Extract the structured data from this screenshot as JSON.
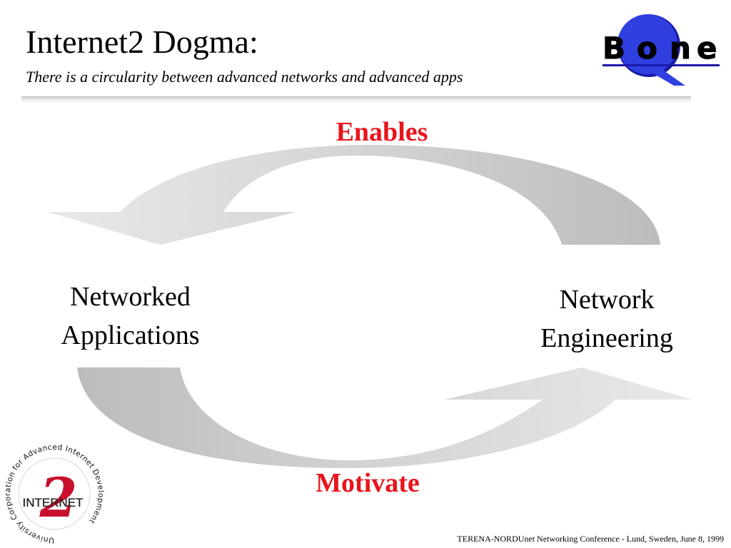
{
  "slide": {
    "title": "Internet2 Dogma:",
    "subtitle": "There is a circularity between advanced networks and advanced apps"
  },
  "logo_bone": {
    "letters": [
      "B",
      "o",
      "n",
      "e"
    ],
    "circle_letter": "Q",
    "colors": {
      "circle": "#2f3fe0",
      "text": "#000000",
      "shadow": "#1a1aa8"
    }
  },
  "diagram": {
    "top_label": "Enables",
    "bottom_label": "Motivate",
    "left_node": [
      "Networked",
      "Applications"
    ],
    "right_node": [
      "Network",
      "Engineering"
    ],
    "colors": {
      "label": "#e8141c",
      "arrow_light": "#e6e6e6",
      "arrow_dark": "#bdbdbd"
    }
  },
  "logo_internet2": {
    "numeral": "2",
    "wordmark": "INTERNET",
    "ring_text": "University Corporation for Advanced Internet Development"
  },
  "footer": {
    "text": "TERENA-NORDUnet Networking Conference - Lund, Sweden, June 8, 1999"
  }
}
